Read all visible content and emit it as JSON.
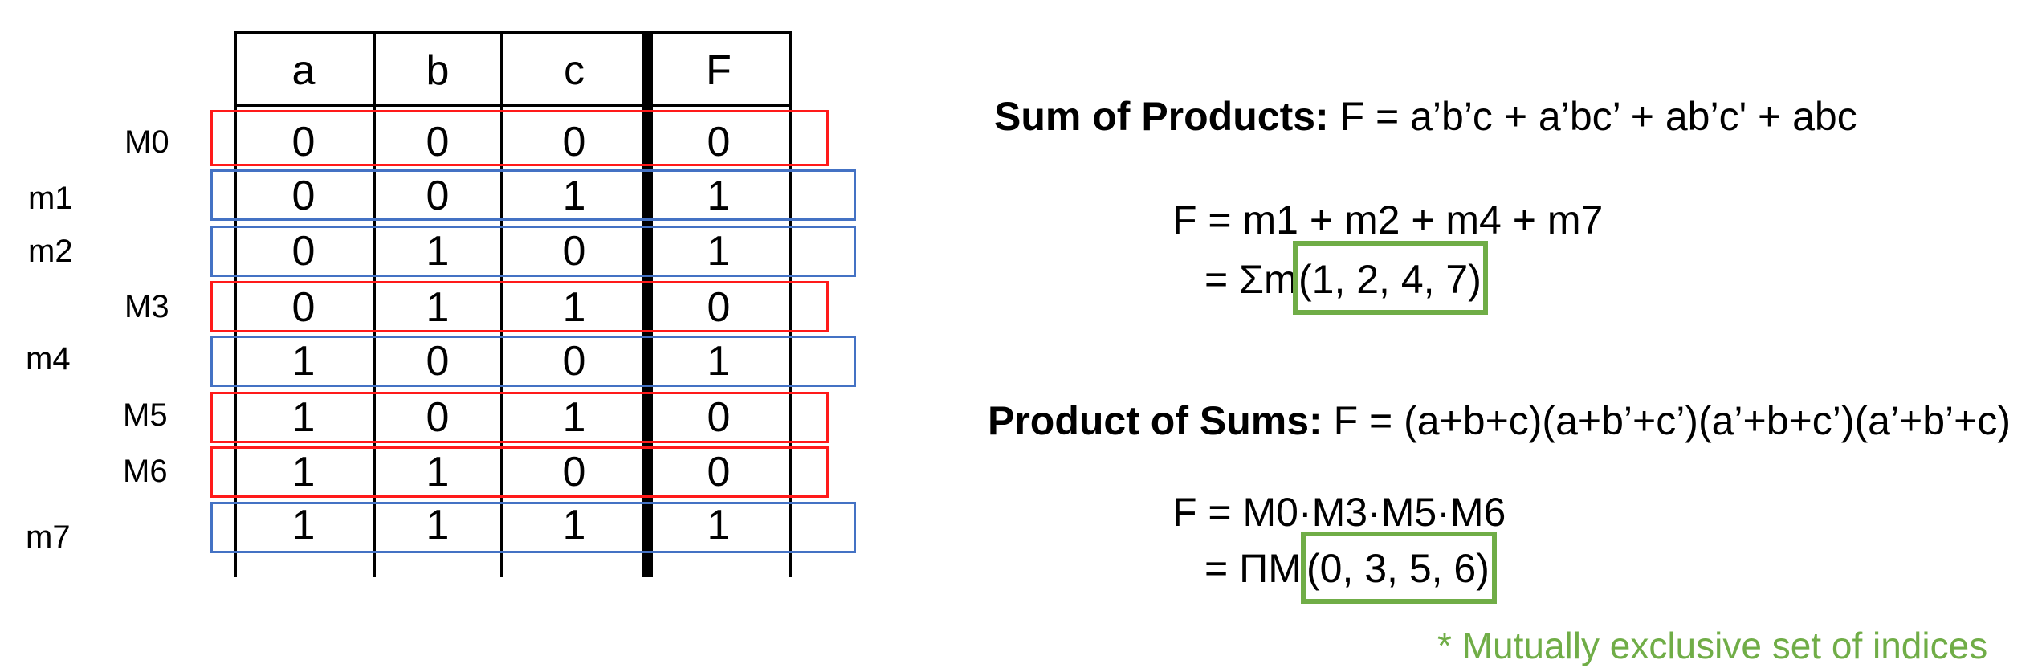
{
  "truth_table": {
    "headers": [
      "a",
      "b",
      "c",
      "F"
    ],
    "rows": [
      {
        "label": "M0",
        "kind": "maxterm",
        "a": "0",
        "b": "0",
        "c": "0",
        "F": "0"
      },
      {
        "label": "m1",
        "kind": "minterm",
        "a": "0",
        "b": "0",
        "c": "1",
        "F": "1"
      },
      {
        "label": "m2",
        "kind": "minterm",
        "a": "0",
        "b": "1",
        "c": "0",
        "F": "1"
      },
      {
        "label": "M3",
        "kind": "maxterm",
        "a": "0",
        "b": "1",
        "c": "1",
        "F": "0"
      },
      {
        "label": "m4",
        "kind": "minterm",
        "a": "1",
        "b": "0",
        "c": "0",
        "F": "1"
      },
      {
        "label": "M5",
        "kind": "maxterm",
        "a": "1",
        "b": "0",
        "c": "1",
        "F": "0"
      },
      {
        "label": "M6",
        "kind": "maxterm",
        "a": "1",
        "b": "1",
        "c": "0",
        "F": "0"
      },
      {
        "label": "m7",
        "kind": "minterm",
        "a": "1",
        "b": "1",
        "c": "1",
        "F": "1"
      }
    ],
    "colors": {
      "maxterm_box": "#ff1a1a",
      "minterm_box": "#4472c4"
    }
  },
  "sop": {
    "heading": "Sum of Products:",
    "expr": " F = a’b’c + a’bc’ + ab’c' + abc",
    "line1": "F = m1 + m2 + m4 + m7",
    "line2_prefix": "= Σm",
    "indices": "(1, 2, 4, 7)"
  },
  "pos": {
    "heading": "Product of Sums:",
    "expr": " F = (a+b+c)(a+b’+c’)(a’+b+c’)(a’+b’+c)",
    "line1": "F = M0·M3·M5·M6",
    "line2_prefix": "= ΠM",
    "indices": "(0, 3, 5, 6)"
  },
  "note": "* Mutually exclusive set of indices",
  "accent_color": "#70ad47"
}
